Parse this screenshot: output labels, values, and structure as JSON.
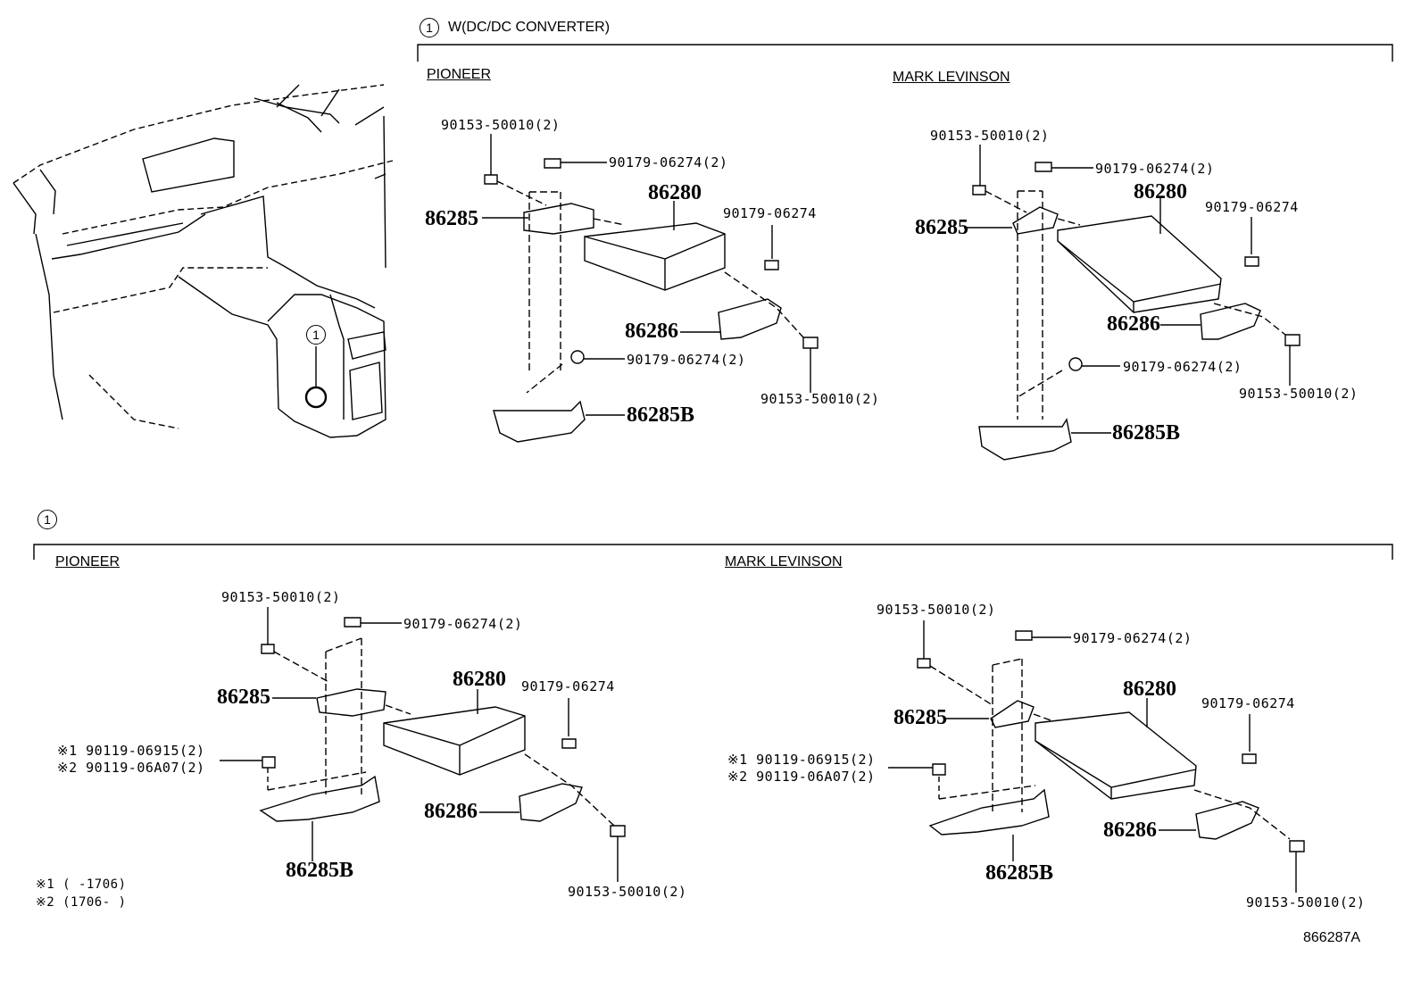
{
  "top": {
    "marker": "1",
    "title": "W(DC/DC CONVERTER)",
    "left": {
      "section": "PIONEER",
      "labels": {
        "bolt_a": "90153-50010(2)",
        "nut_a": "90179-06274(2)",
        "bracket": "86285",
        "amp": "86280",
        "nut_b": "90179-06274",
        "bracket2": "86286",
        "nut_c": "90179-06274(2)",
        "bolt_b": "90153-50010(2)",
        "bracket_b": "86285B"
      }
    },
    "right": {
      "section": "MARK LEVINSON",
      "labels": {
        "bolt_a": "90153-50010(2)",
        "nut_a": "90179-06274(2)",
        "bracket": "86285",
        "amp": "86280",
        "nut_b": "90179-06274",
        "bracket2": "86286",
        "nut_c": "90179-06274(2)",
        "bolt_b": "90153-50010(2)",
        "bracket_b": "86285B"
      }
    }
  },
  "bottom": {
    "marker": "1",
    "left": {
      "section": "PIONEER",
      "labels": {
        "bolt_a": "90153-50010(2)",
        "nut_a": "90179-06274(2)",
        "bracket": "86285",
        "amp": "86280",
        "nut_b": "90179-06274",
        "screw1": "※1 90119-06915(2)",
        "screw2": "※2 90119-06A07(2)",
        "bracket2": "86286",
        "bracket_b": "86285B",
        "bolt_b": "90153-50010(2)"
      }
    },
    "right": {
      "section": "MARK LEVINSON",
      "labels": {
        "bolt_a": "90153-50010(2)",
        "nut_a": "90179-06274(2)",
        "bracket": "86285",
        "amp": "86280",
        "nut_b": "90179-06274",
        "screw1": "※1 90119-06915(2)",
        "screw2": "※2 90119-06A07(2)",
        "bracket2": "86286",
        "bracket_b": "86285B",
        "bolt_b": "90153-50010(2)"
      }
    },
    "notes": [
      "※1 (      -1706)",
      "※2 (1706-      )"
    ]
  },
  "inset": {
    "marker": "1"
  },
  "ref_code": "866287A"
}
